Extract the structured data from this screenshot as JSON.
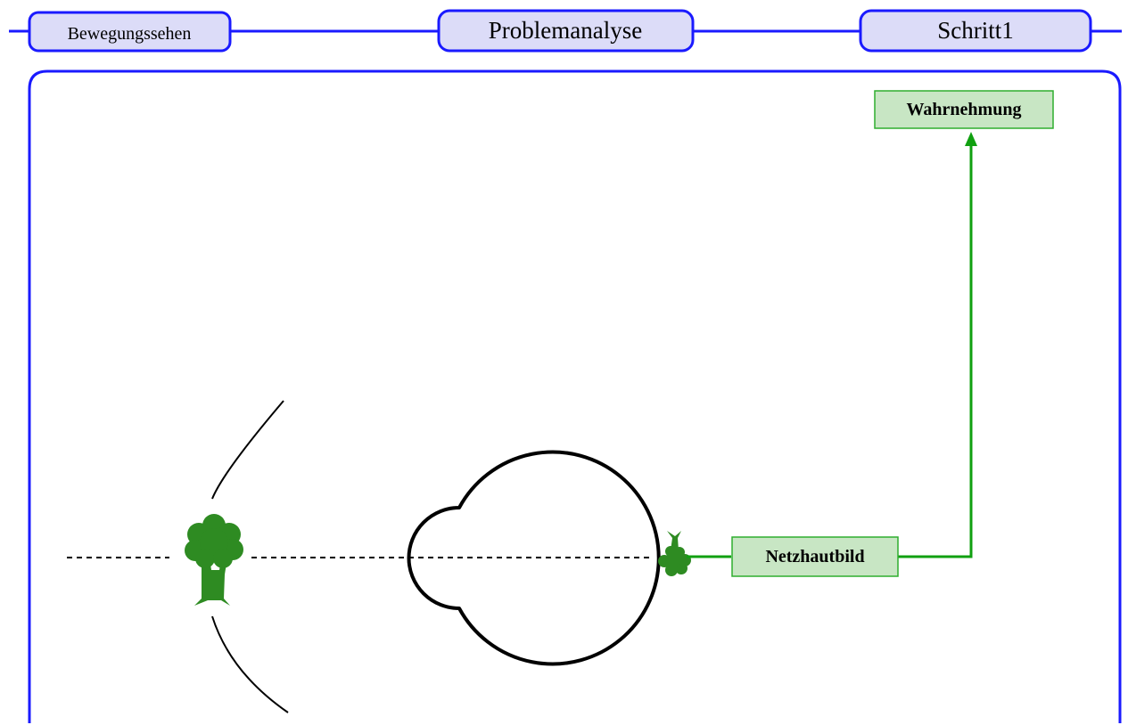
{
  "header": {
    "left_tab": "Bewegungssehen",
    "center_tab": "Problemanalyse",
    "right_tab": "Schritt1"
  },
  "diagram": {
    "perception_label": "Wahrnehmung",
    "retina_label": "Netzhautbild"
  },
  "colors": {
    "nav_border": "#1a1aff",
    "nav_fill": "#dcdcf8",
    "panel_border": "#1a1aff",
    "tree_green": "#2e8b22",
    "arrow_green": "#10a010",
    "label_box_fill": "#c8e6c4",
    "label_box_border": "#2fae2f"
  },
  "icons": [
    "tree-icon",
    "eye-icon",
    "inverted-tree-icon",
    "arrow-up-icon"
  ]
}
